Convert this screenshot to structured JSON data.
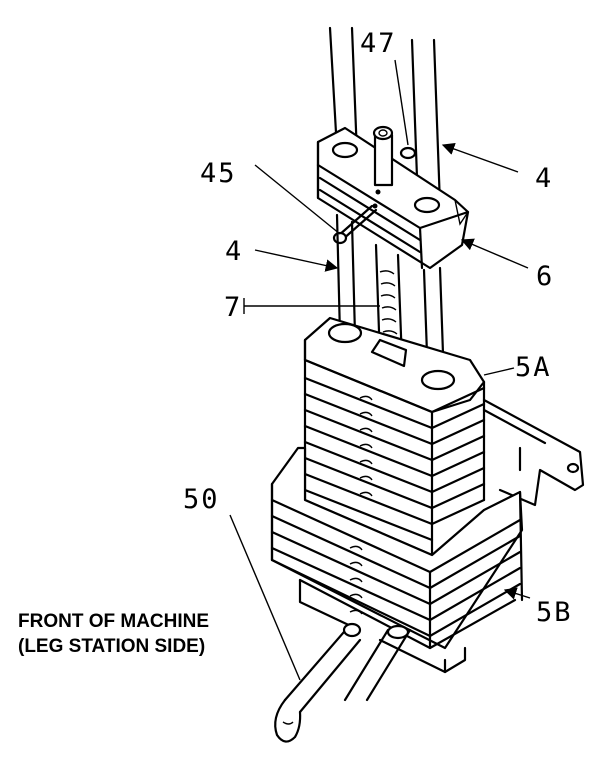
{
  "labels": {
    "l47": "47",
    "l45": "45",
    "l4_top": "4",
    "l4_left": "4",
    "l6": "6",
    "l7": "7",
    "l5a": "5A",
    "l50": "50",
    "l5b": "5B"
  },
  "caption": {
    "line1": "FRONT OF MACHINE",
    "line2": "(LEG STATION SIDE)"
  }
}
